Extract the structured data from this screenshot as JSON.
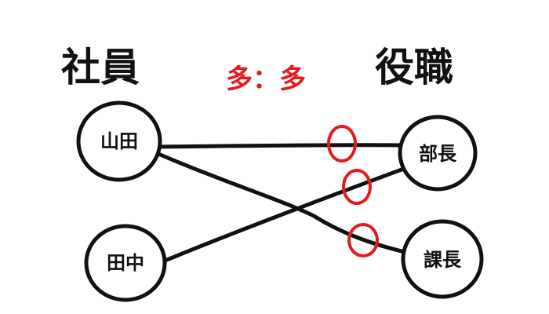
{
  "titles": {
    "left": "社員",
    "right": "役職"
  },
  "relation_label": "多：多",
  "colors": {
    "ink": "#111111",
    "accent": "#e41a1c",
    "background": "#ffffff"
  },
  "nodes": {
    "yamada": "山田",
    "tanaka": "田中",
    "bucho": "部長",
    "kacho": "課長"
  },
  "edges": [
    {
      "from": "山田",
      "to": "部長"
    },
    {
      "from": "山田",
      "to": "課長"
    },
    {
      "from": "田中",
      "to": "部長"
    }
  ]
}
